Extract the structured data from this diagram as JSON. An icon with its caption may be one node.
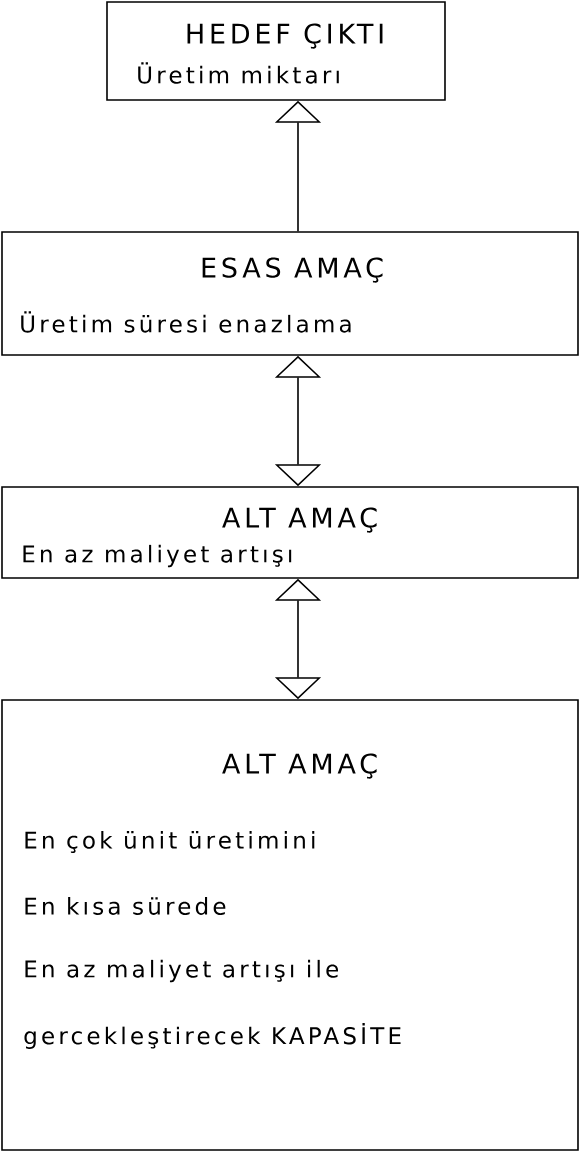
{
  "diagram": {
    "nodes": [
      {
        "text": [
          "HEDEF ÇIKTI",
          "Üretim miktarı"
        ]
      },
      {
        "text": [
          "ESAS AMAÇ",
          "Üretim süresi enazlama"
        ]
      },
      {
        "text": [
          "ALT AMAÇ",
          "En az maliyet artışı"
        ]
      },
      {
        "text": [
          "ALT AMAÇ",
          "En çok ünit üretimini",
          "En kısa sürede",
          "En az maliyet artışı ile",
          "gercekleştirecek KAPASİTE"
        ]
      }
    ],
    "edges": [
      {
        "from": 1,
        "to": 0,
        "arrow": "to"
      },
      {
        "from": 2,
        "to": 1,
        "arrow": "both"
      },
      {
        "from": 3,
        "to": 2,
        "arrow": "both"
      }
    ]
  }
}
